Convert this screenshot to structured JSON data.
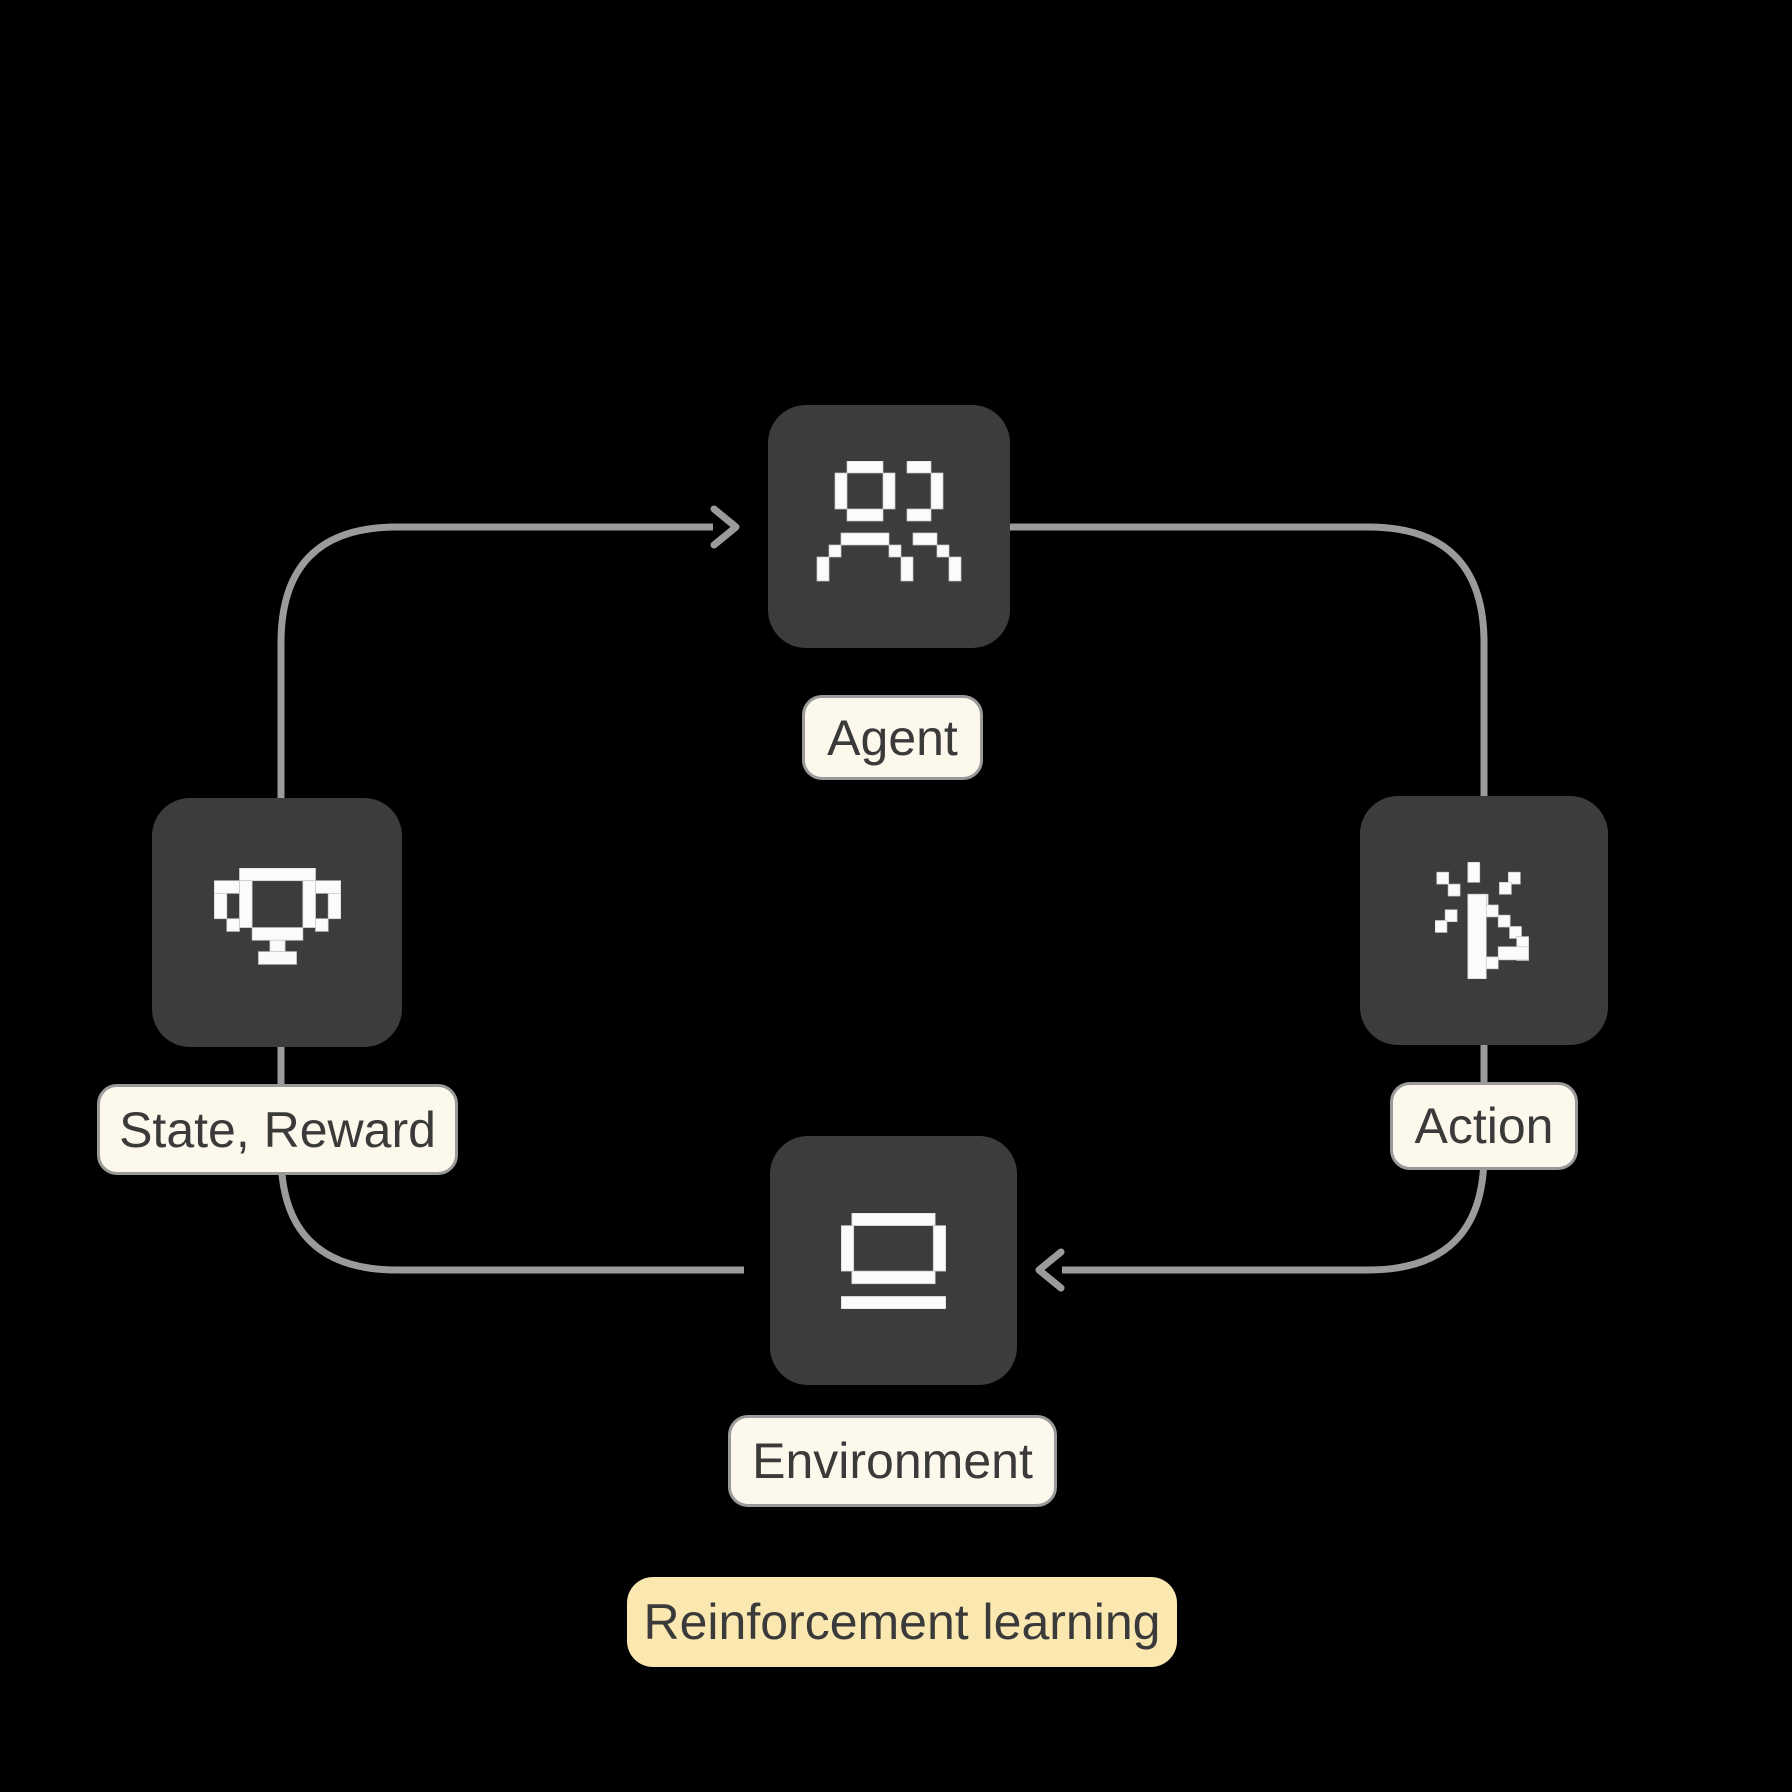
{
  "diagram": {
    "title": "Reinforcement learning",
    "nodes": [
      {
        "id": "agent",
        "label": "Agent",
        "icon": "users-icon"
      },
      {
        "id": "action",
        "label": "Action",
        "icon": "cursor-click-icon"
      },
      {
        "id": "environment",
        "label": "Environment",
        "icon": "laptop-icon"
      },
      {
        "id": "state_reward",
        "label": "State, Reward",
        "icon": "trophy-icon"
      }
    ],
    "edges": [
      {
        "from": "agent",
        "to": "action"
      },
      {
        "from": "action",
        "to": "environment"
      },
      {
        "from": "environment",
        "to": "state_reward"
      },
      {
        "from": "state_reward",
        "to": "agent"
      }
    ],
    "colors": {
      "background": "#000000",
      "node_fill": "#3d3c3b",
      "icon": "#fbfbfa",
      "label_fill": "#fdf8ec",
      "label_border": "#9a9a9a",
      "label_text": "#3a3a3a",
      "title_fill": "#fae8b0",
      "connector": "#9b9b9b"
    }
  }
}
